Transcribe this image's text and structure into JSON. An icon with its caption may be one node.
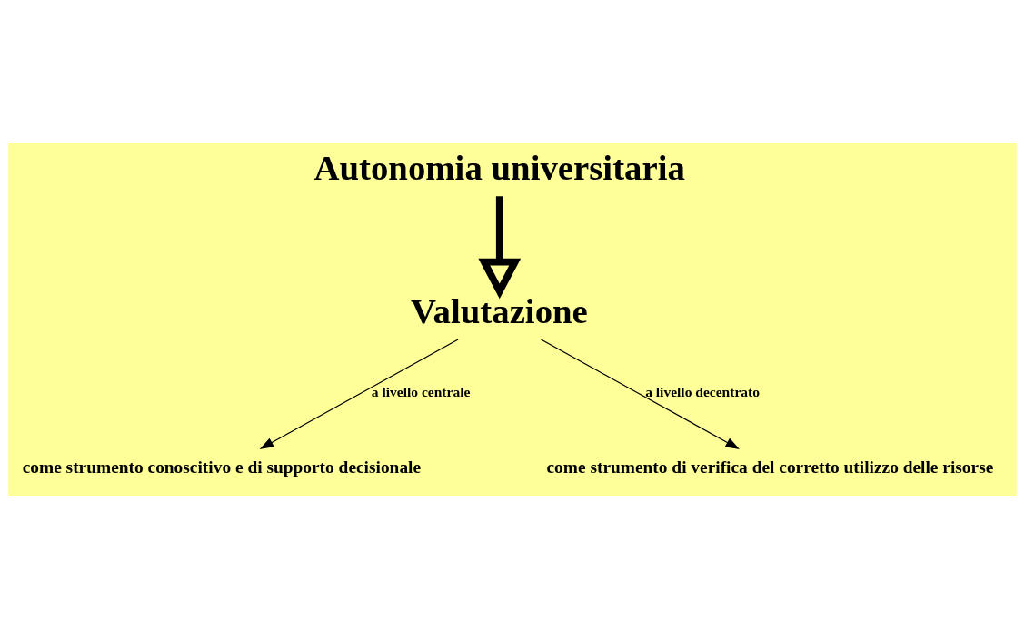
{
  "diagram": {
    "nodes": [
      {
        "text": [
          "Autonomia universitaria"
        ]
      },
      {
        "text": [
          "Valutazione"
        ]
      },
      {
        "text": [
          "come strumento conoscitivo e di supporto decisionale"
        ]
      },
      {
        "text": [
          "come strumento di verifica del corretto utilizzo delle risorse"
        ]
      }
    ],
    "edges": [
      {
        "from": 0,
        "to": 1,
        "arrow": "to",
        "style": "thick"
      },
      {
        "from": 1,
        "to": 2,
        "arrow": "to",
        "label": "a livello centrale"
      },
      {
        "from": 1,
        "to": 3,
        "arrow": "to",
        "label": "a livello decentrato"
      }
    ]
  }
}
